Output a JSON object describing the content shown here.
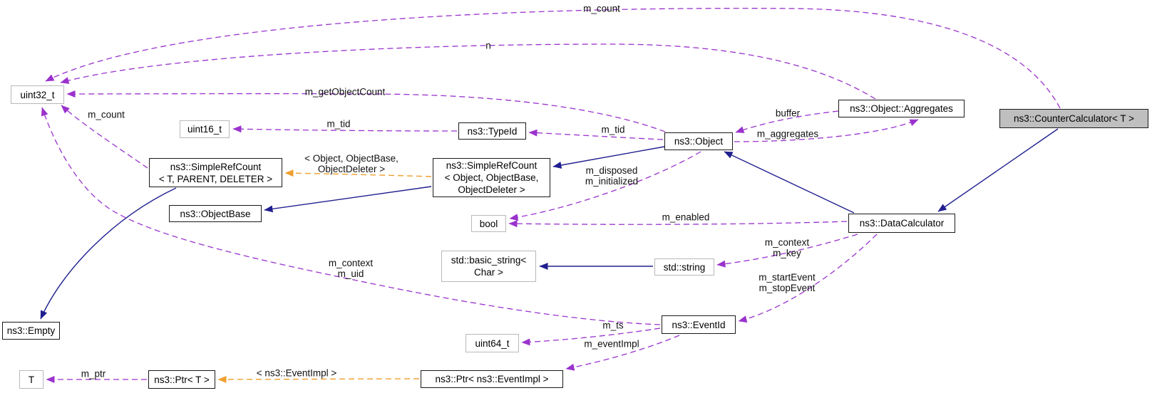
{
  "diagram": {
    "type": "doxygen-collaboration-graph",
    "focus_class": "ns3::CounterCalculator< T >",
    "colors": {
      "usage_edge": "#9a32cd",
      "template_edge": "#f0a030",
      "inheritance_edge": "#1f1f8f",
      "node_border_documented": "#1a1a1a",
      "node_border_undocumented": "#b9b9b9",
      "node_fill": "#ffffff",
      "focus_node_fill": "#bfbfbf",
      "background": "#ffffff"
    },
    "nodes": [
      {
        "label": "uint32_t"
      },
      {
        "label": "uint16_t"
      },
      {
        "label": "ns3::TypeId"
      },
      {
        "label": "ns3::Object"
      },
      {
        "label": "ns3::Object::Aggregates"
      },
      {
        "label": "ns3::CounterCalculator< T >"
      },
      {
        "label": "ns3::SimpleRefCount\n< T, PARENT, DELETER >"
      },
      {
        "label": "ns3::SimpleRefCount\n< Object, ObjectBase,\nObjectDeleter >"
      },
      {
        "label": "ns3::ObjectBase"
      },
      {
        "label": "bool"
      },
      {
        "label": "std::basic_string<\nChar >"
      },
      {
        "label": "std::string"
      },
      {
        "label": "ns3::DataCalculator"
      },
      {
        "label": "ns3::EventId"
      },
      {
        "label": "uint64_t"
      },
      {
        "label": "ns3::Empty"
      },
      {
        "label": "T"
      },
      {
        "label": "ns3::Ptr< T >"
      },
      {
        "label": "ns3::Ptr< ns3::EventImpl >"
      }
    ],
    "edges": [
      {
        "from": "ns3::CounterCalculator< T >",
        "to": "uint32_t",
        "label": "m_count",
        "kind": "usage"
      },
      {
        "from": "ns3::Object::Aggregates",
        "to": "uint32_t",
        "label": "n",
        "kind": "usage"
      },
      {
        "from": "ns3::Object",
        "to": "uint32_t",
        "label": "m_getObjectCount",
        "kind": "usage"
      },
      {
        "from": "ns3::TypeId",
        "to": "uint16_t",
        "label": "m_tid",
        "kind": "usage"
      },
      {
        "from": "ns3::Object",
        "to": "ns3::TypeId",
        "label": "m_tid",
        "kind": "usage"
      },
      {
        "from": "ns3::Object::Aggregates",
        "to": "ns3::Object",
        "label": "buffer",
        "kind": "usage"
      },
      {
        "from": "ns3::Object",
        "to": "ns3::Object::Aggregates",
        "label": "m_aggregates",
        "kind": "usage"
      },
      {
        "from": "ns3::Object",
        "to": "bool",
        "label": "m_disposed\nm_initialized",
        "kind": "usage"
      },
      {
        "from": "ns3::DataCalculator",
        "to": "bool",
        "label": "m_enabled",
        "kind": "usage"
      },
      {
        "from": "ns3::DataCalculator",
        "to": "std::string",
        "label": "m_context\nm_key",
        "kind": "usage"
      },
      {
        "from": "ns3::DataCalculator",
        "to": "ns3::EventId",
        "label": "m_startEvent\nm_stopEvent",
        "kind": "usage"
      },
      {
        "from": "ns3::EventId",
        "to": "uint32_t",
        "label": "m_context\nm_uid",
        "kind": "usage"
      },
      {
        "from": "ns3::EventId",
        "to": "uint64_t",
        "label": "m_ts",
        "kind": "usage"
      },
      {
        "from": "ns3::EventId",
        "to": "ns3::Ptr< ns3::EventImpl >",
        "label": "m_eventImpl",
        "kind": "usage"
      },
      {
        "from": "ns3::SimpleRefCount< T, PARENT, DELETER >",
        "to": "uint32_t",
        "label": "m_count",
        "kind": "usage"
      },
      {
        "from": "ns3::Ptr< T >",
        "to": "T",
        "label": "m_ptr",
        "kind": "usage"
      },
      {
        "from": "ns3::SimpleRefCount< Object, ObjectBase, ObjectDeleter >",
        "to": "ns3::SimpleRefCount< T, PARENT, DELETER >",
        "label": "< Object, ObjectBase,\nObjectDeleter >",
        "kind": "template"
      },
      {
        "from": "ns3::Ptr< ns3::EventImpl >",
        "to": "ns3::Ptr< T >",
        "label": "< ns3::EventImpl >",
        "kind": "template"
      },
      {
        "from": "ns3::Object",
        "to": "ns3::SimpleRefCount< Object, ObjectBase, ObjectDeleter >",
        "label": "",
        "kind": "inheritance"
      },
      {
        "from": "ns3::SimpleRefCount< Object, ObjectBase, ObjectDeleter >",
        "to": "ns3::ObjectBase",
        "label": "",
        "kind": "inheritance"
      },
      {
        "from": "ns3::SimpleRefCount< T, PARENT, DELETER >",
        "to": "ns3::Empty",
        "label": "",
        "kind": "inheritance"
      },
      {
        "from": "ns3::DataCalculator",
        "to": "ns3::Object",
        "label": "",
        "kind": "inheritance"
      },
      {
        "from": "ns3::CounterCalculator< T >",
        "to": "ns3::DataCalculator",
        "label": "",
        "kind": "inheritance"
      },
      {
        "from": "std::string",
        "to": "std::basic_string< Char >",
        "label": "",
        "kind": "inheritance"
      }
    ]
  }
}
